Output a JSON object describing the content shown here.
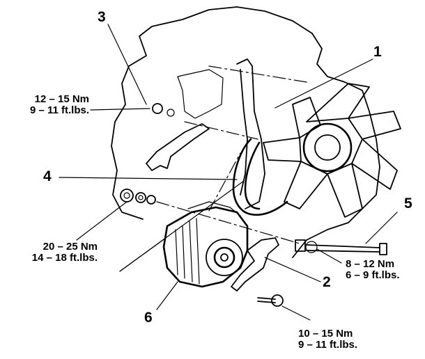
{
  "callouts": {
    "c1": "1",
    "c2": "2",
    "c3": "3",
    "c4": "4",
    "c5": "5",
    "c6": "6"
  },
  "torques": {
    "t3": {
      "nm": "12 – 15 Nm",
      "ftlbs": "9 – 11 ft.lbs."
    },
    "t6": {
      "nm": "20 – 25 Nm",
      "ftlbs": "14 – 18 ft.lbs."
    },
    "t5": {
      "nm": "8 – 12 Nm",
      "ftlbs": "6 – 9 ft.lbs."
    },
    "t2": {
      "nm": "10 – 15 Nm",
      "ftlbs": "9 – 11 ft.lbs."
    }
  }
}
